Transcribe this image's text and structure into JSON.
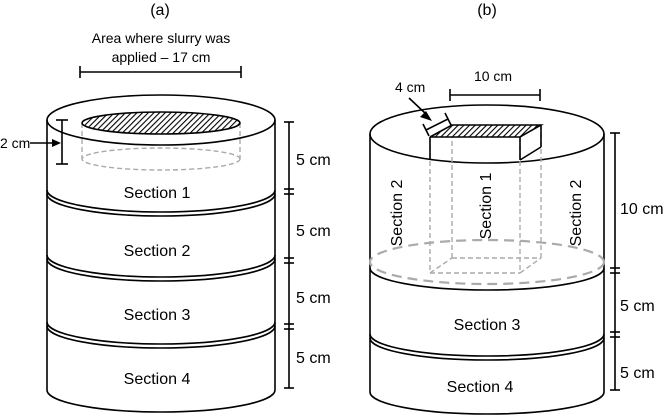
{
  "panel_a": {
    "letter": "(a)",
    "annotation_line1": "Area where slurry was",
    "annotation_line2": "applied – 17 cm",
    "depth_label": "2 cm",
    "sections": [
      "Section 1",
      "Section 2",
      "Section 3",
      "Section 4"
    ],
    "dims": [
      "5 cm",
      "5 cm",
      "5 cm",
      "5 cm"
    ]
  },
  "panel_b": {
    "letter": "(b)",
    "top_width_label": "10 cm",
    "depth_label": "4 cm",
    "vertical_sections": [
      "Section 2",
      "Section 1",
      "Section 2"
    ],
    "sections": [
      "Section 3",
      "Section 4"
    ],
    "dims": [
      "10 cm",
      "5 cm",
      "5 cm"
    ]
  },
  "colors": {
    "stroke": "#000000",
    "dashed": "#aaaaaa",
    "hatch_bg": "#222222"
  }
}
